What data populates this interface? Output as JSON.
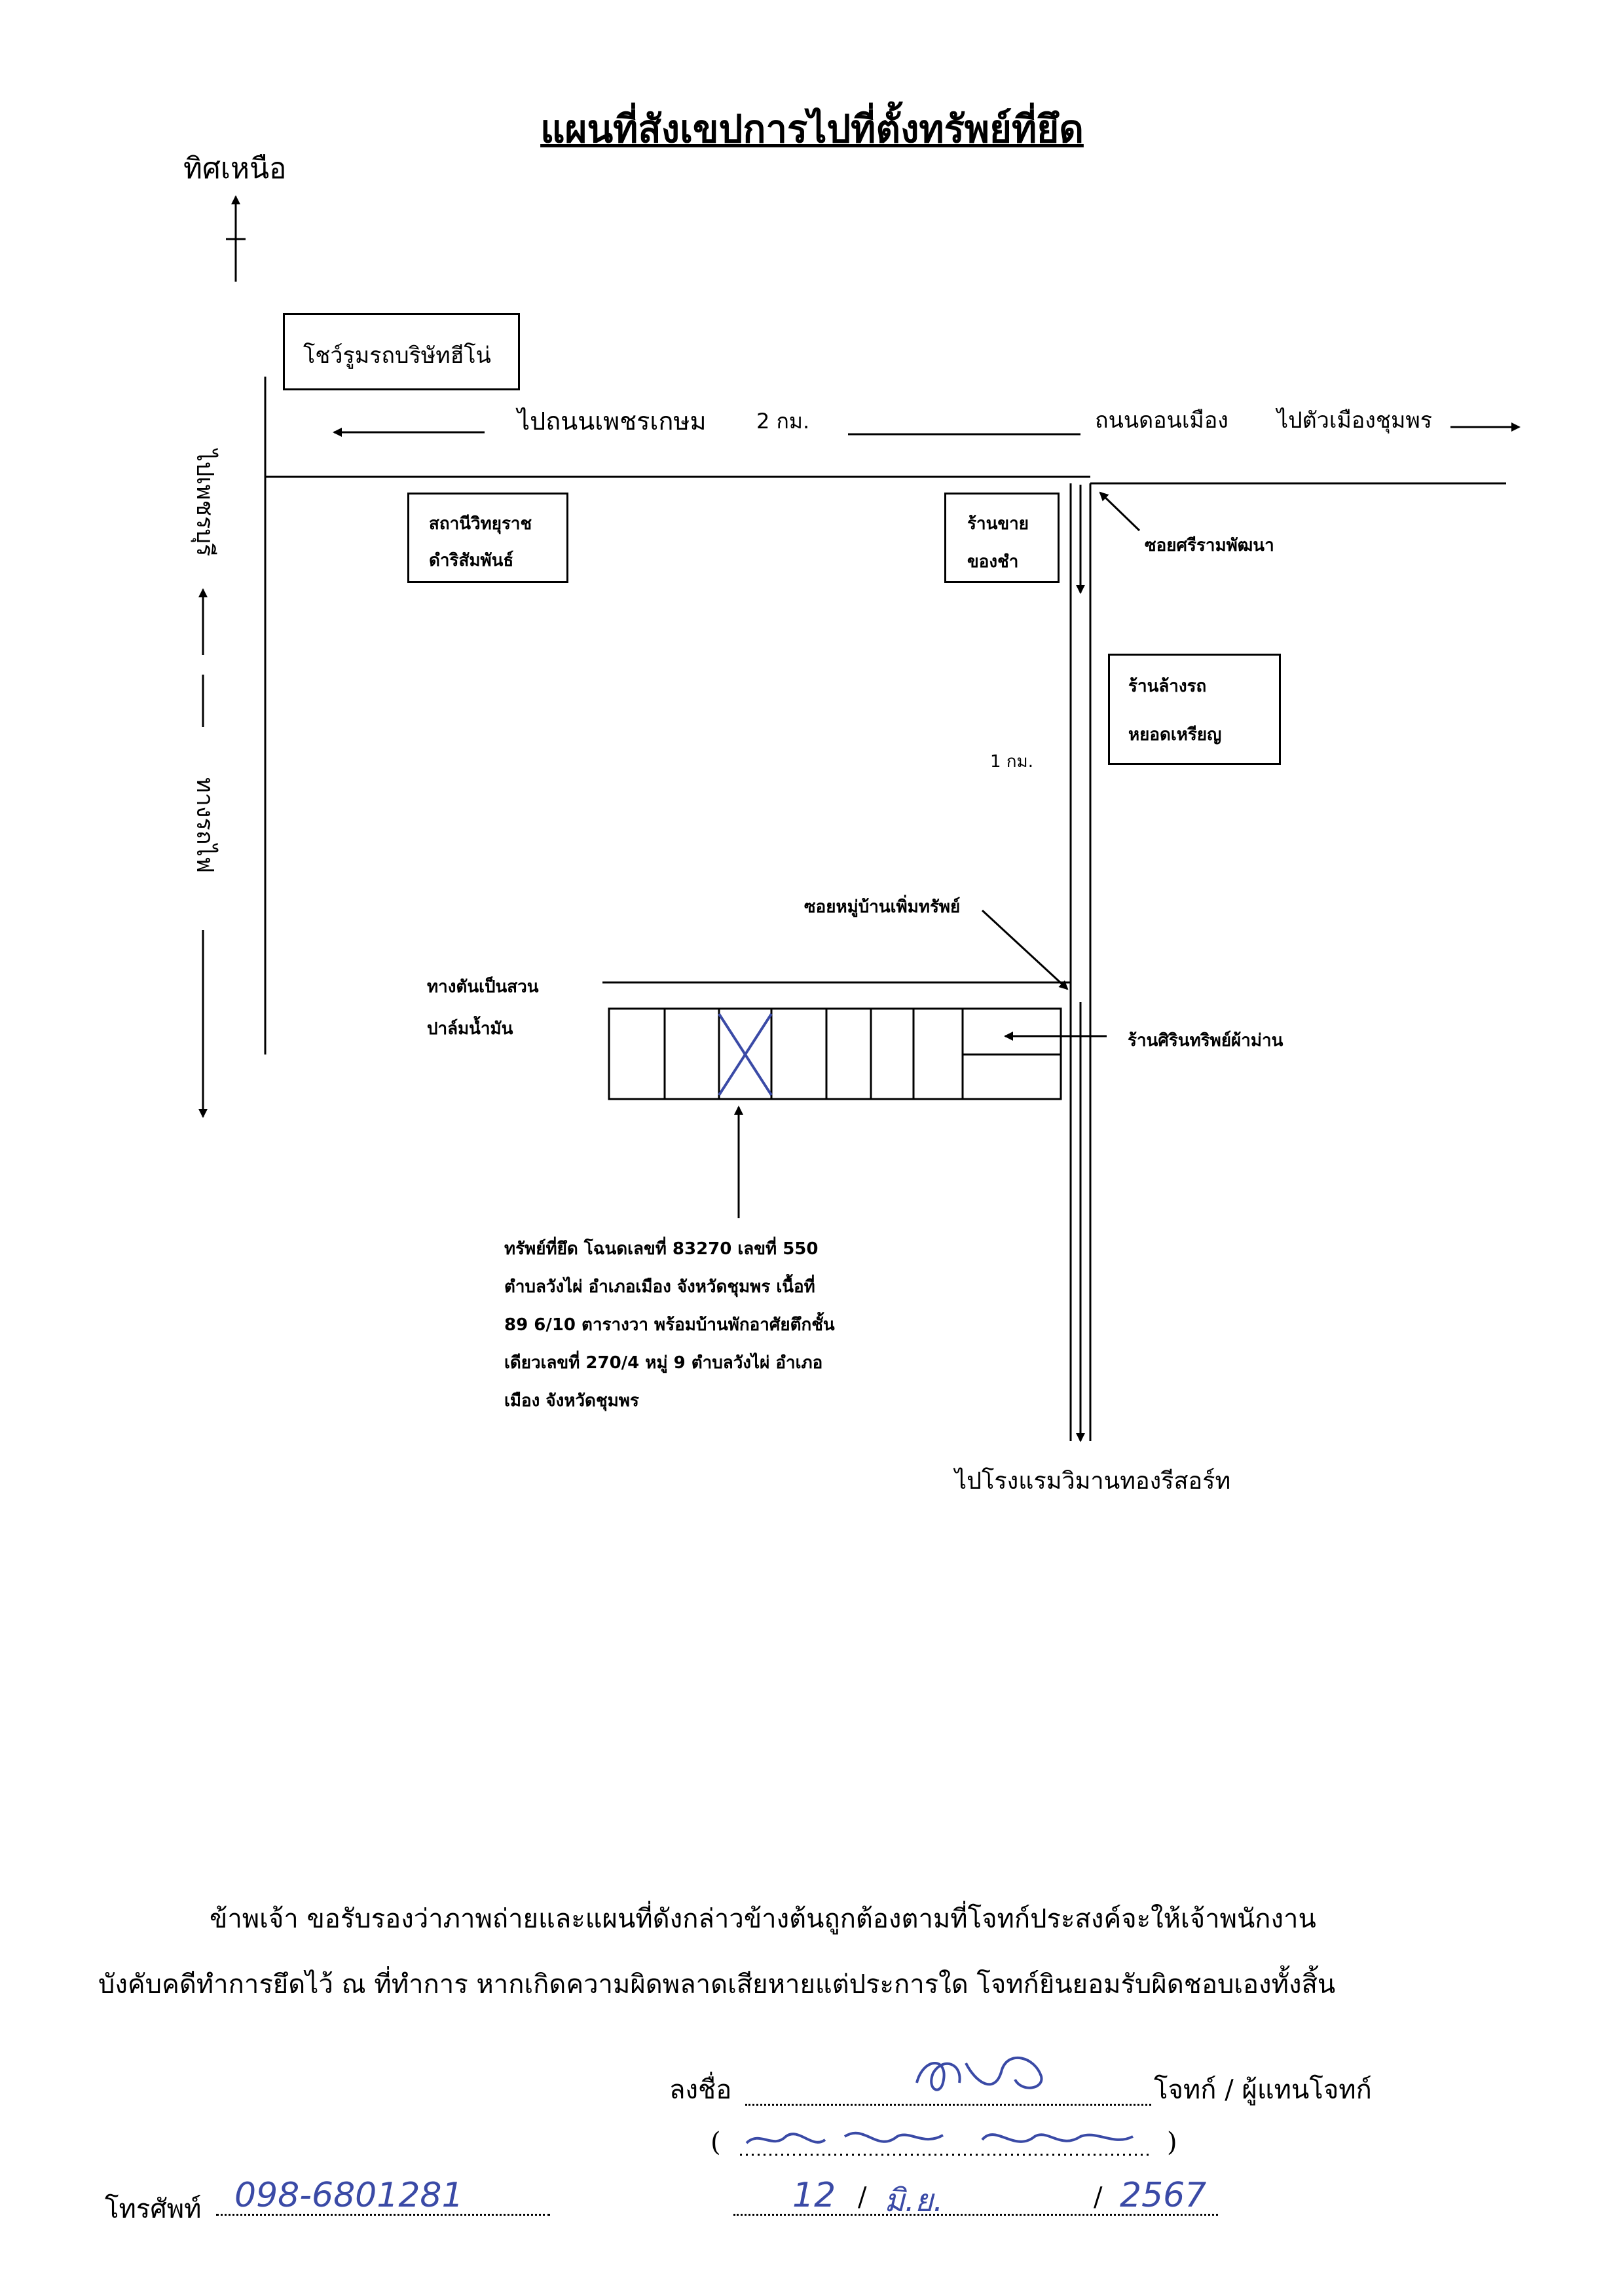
{
  "document": {
    "title": "แผนที่สังเขปการไปที่ตั้งทรัพย์ที่ยึด",
    "north_label": "ทิศเหนือ"
  },
  "map": {
    "boxes": {
      "showroom": "โชว์รูมรถบริษัทฮีโน่",
      "radio_line1": "สถานีวิทยุราช",
      "radio_line2": "ดำริสัมพันธ์",
      "shop_line1": "ร้านขาย",
      "shop_line2": "ของชำ",
      "carwash_line1": "ร้านล้างรถ",
      "carwash_line2": "หยอดเหรียญ"
    },
    "labels": {
      "to_phetkasem": "ไปถนนเพชรเกษม",
      "distance_2km": "2 กม.",
      "don_mueang_road": "ถนนดอนเมือง",
      "to_chumphon": "ไปตัวเมืองชุมพร",
      "soi_siram": "ซอยศรีรามพัฒนา",
      "distance_1km": "1 กม.",
      "soi_village": "ซอยหมู่บ้านเพิ่มทรัพย์",
      "dead_end_line1": "ทางตันเป็นสวน",
      "dead_end_line2": "ปาล์มน้ำมัน",
      "sirin_shop": "ร้านศิรินทริพย์ผ้าม่าน",
      "to_hotel": "ไปโรงแรมวิมานทองรีสอร์ท",
      "vertical_top": "ไปเพชรบุรี",
      "vertical_bottom": "ทางรถไฟ"
    },
    "property_description": [
      "ทรัพย์ที่ยึด โฉนดเลขที่ 83270 เลขที่ 550",
      "ตำบลวังไผ่ อำเภอเมือง จังหวัดชุมพร เนื้อที่",
      "89 6/10 ตารางวา พร้อมบ้านพักอาศัยตึกชั้น",
      "เดียวเลขที่ 270/4 หมู่ 9 ตำบลวังไผ่ อำเภอ",
      "เมือง จังหวัดชุมพร"
    ]
  },
  "certification": {
    "line1": "ข้าพเจ้า ขอรับรองว่าภาพถ่ายและแผนที่ดังกล่าวข้างต้นถูกต้องตามที่โจทก์ประสงค์จะให้เจ้าพนักงาน",
    "line2": "บังคับคดีทำการยึดไว้ ณ ที่ทำการ หากเกิดความผิดพลาดเสียหายแต่ประการใด โจทก์ยินยอมรับผิดชอบเองทั้งสิ้น"
  },
  "signature": {
    "sign_label": "ลงชื่อ",
    "role": "โจทก์ / ผู้แทนโจทก์",
    "phone_label": "โทรศัพท์",
    "phone_value": "098-6801281",
    "date_day": "12",
    "date_month": "มิ.ย.",
    "date_year": "2567"
  }
}
